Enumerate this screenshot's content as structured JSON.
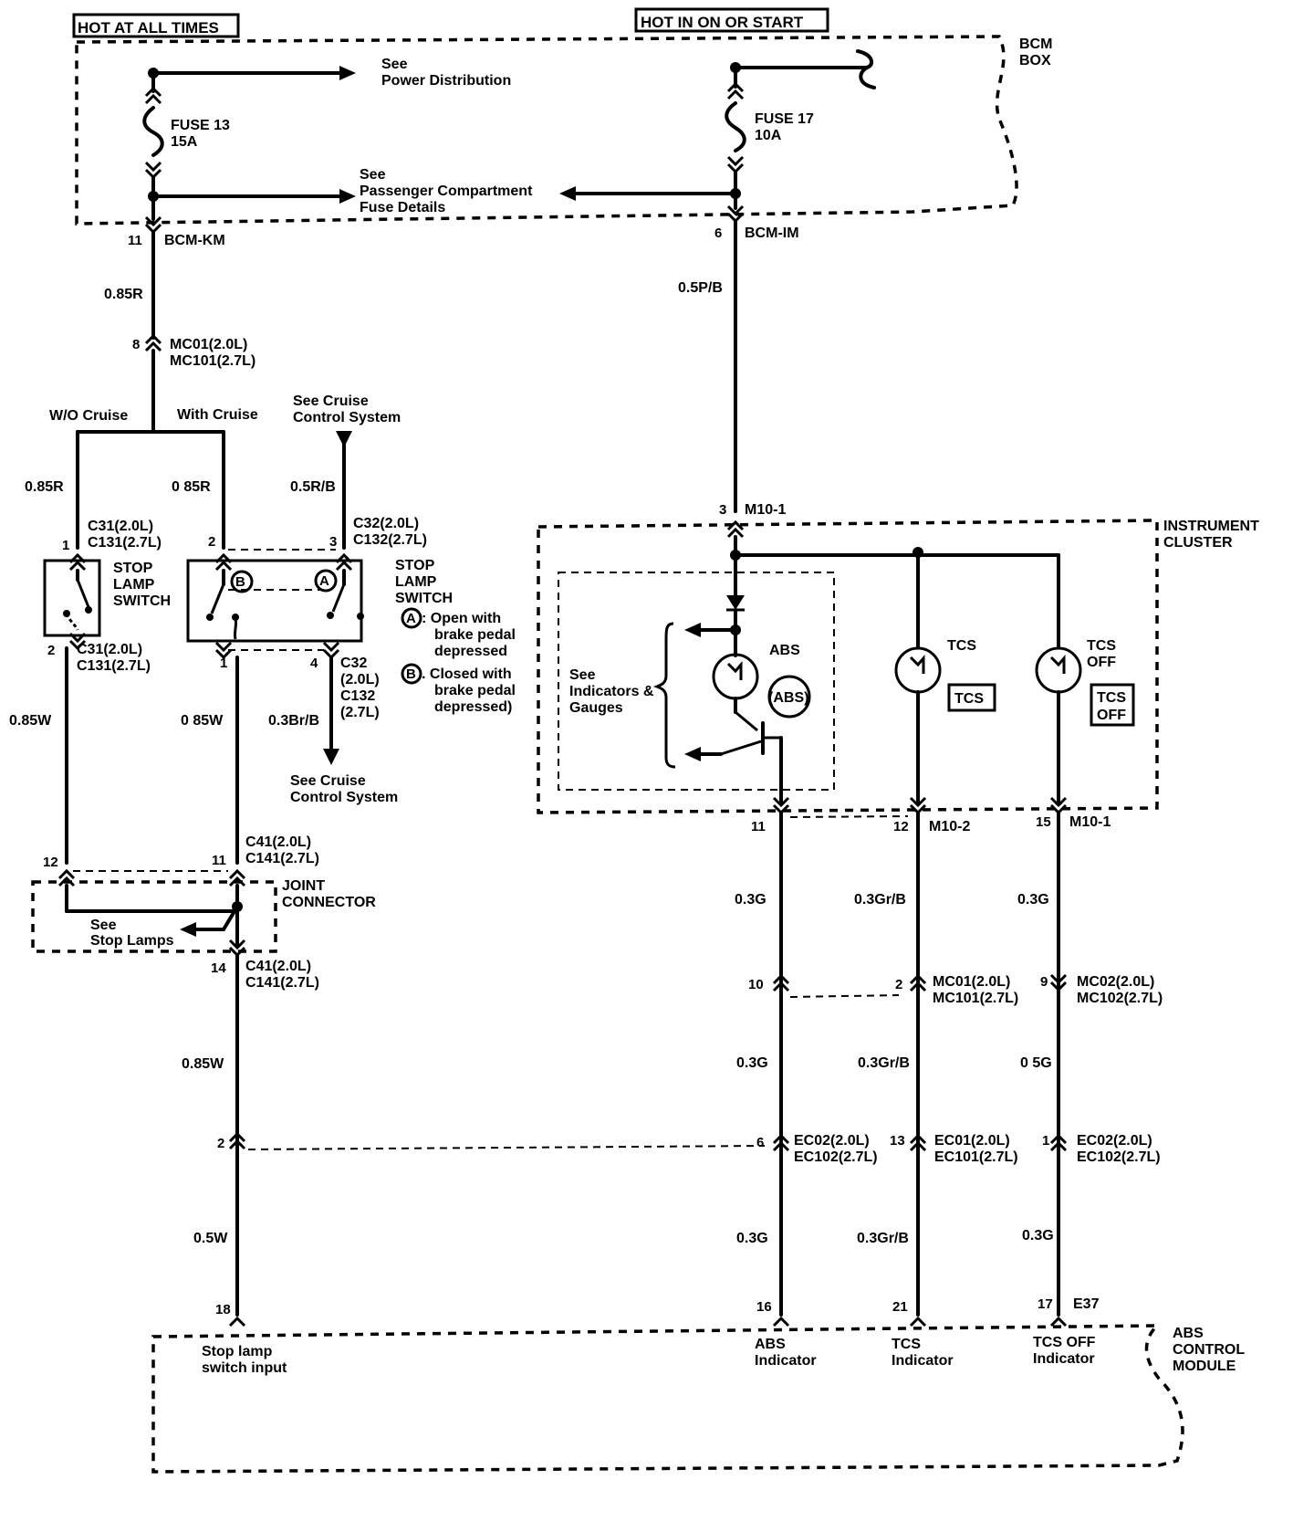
{
  "title_left": "HOT AT ALL TIMES",
  "title_right": "HOT IN ON OR START",
  "bcm": {
    "box_label_1": "BCM",
    "box_label_2": "BOX",
    "see_power_1": "See",
    "see_power_2": "Power Distribution",
    "see_pass_1": "See",
    "see_pass_2": "Passenger Compartment",
    "see_pass_3": "Fuse Details",
    "fuse13_name": "FUSE 13",
    "fuse13_rating": "15A",
    "fuse17_name": "FUSE 17",
    "fuse17_rating": "10A",
    "pin_km": "11",
    "conn_km": "BCM-KM",
    "pin_im": "6",
    "conn_im": "BCM-IM"
  },
  "left_branch": {
    "wire_085r": "0.85R",
    "pin_8": "8",
    "mc01": "MC01(2.0L)",
    "mc101": "MC101(2.7L)",
    "wo_cruise": "W/O Cruise",
    "with_cruise": "With Cruise",
    "see_cruise_1": "See Cruise",
    "see_cruise_2": "Control System",
    "wire_085r_a": "0.85R",
    "wire_085r_b": "0 85R",
    "wire_05rb": "0.5R/B",
    "c31_top_1": "C31(2.0L)",
    "c31_top_2": "C131(2.7L)",
    "c32_top_1": "C32(2.0L)",
    "c32_top_2": "C132(2.7L)",
    "pin_1": "1",
    "pin_2": "2",
    "pin_3": "3",
    "stop_1a": "STOP",
    "stop_1b": "LAMP",
    "stop_1c": "SWITCH",
    "stop_2a": "STOP",
    "stop_2b": "LAMP",
    "stop_2c": "SWITCH",
    "label_a": "A",
    "label_b": "B",
    "note_a_1": ": Open with",
    "note_a_2": "brake pedal",
    "note_a_3": "depressed",
    "note_b_1": ". Closed with",
    "note_b_2": "brake pedal",
    "note_b_3": "depressed)",
    "pin_2b": "2",
    "c31_bot_1": "C31(2.0L)",
    "c31_bot_2": "C131(2.7L)",
    "pin_1b": "1",
    "pin_4": "4",
    "c32_bot_1": "C32",
    "c32_bot_2": "(2.0L)",
    "c32_bot_3": "C132",
    "c32_bot_4": "(2.7L)",
    "wire_085w_a": "0.85W",
    "wire_085w_b": "0 85W",
    "wire_03brb": "0.3Br/B",
    "see_cruise2_1": "See Cruise",
    "see_cruise2_2": "Control System",
    "c41_top_1": "C41(2.0L)",
    "c41_top_2": "C141(2.7L)",
    "pin_12": "12",
    "pin_11": "11",
    "joint_1": "JOINT",
    "joint_2": "CONNECTOR",
    "see_stop_1": "See",
    "see_stop_2": "Stop Lamps",
    "pin_14": "14",
    "c41_bot_1": "C41(2.0L)",
    "c41_bot_2": "C141(2.7L)",
    "wire_085w_c": "0.85W",
    "pin_2c": "2",
    "wire_05w": "0.5W",
    "pin_18": "18",
    "stop_input_1": "Stop lamp",
    "stop_input_2": "switch input"
  },
  "right_branch": {
    "wire_05pb": "0.5P/B",
    "pin_3": "3",
    "m10_1_top": "M10-1",
    "cluster_1": "INSTRUMENT",
    "cluster_2": "CLUSTER",
    "see_ind_1": "See",
    "see_ind_2": "Indicators &",
    "see_ind_3": "Gauges",
    "abs_label": "ABS",
    "abs_symbol": "(ABS)",
    "tcs_label": "TCS",
    "tcs_symbol": "TCS",
    "tcsoff_label_1": "TCS",
    "tcsoff_label_2": "OFF",
    "tcsoff_symbol_1": "TCS",
    "tcsoff_symbol_2": "OFF",
    "pin_11": "11",
    "pin_12": "12",
    "m10_2": "M10-2",
    "pin_15": "15",
    "m10_1_bot": "M10-1",
    "wire_03g_a": "0.3G",
    "wire_03grb_a": "0.3Gr/B",
    "wire_03g_b": "0.3G",
    "pin_10": "10",
    "pin_2": "2",
    "mc01_1": "MC01(2.0L)",
    "mc01_2": "MC101(2.7L)",
    "pin_9": "9",
    "mc02_1": "MC02(2.0L)",
    "mc02_2": "MC102(2.7L)",
    "wire_03g_c": "0.3G",
    "wire_03grb_b": "0.3Gr/B",
    "wire_05g": "0 5G",
    "pin_6": "6",
    "ec02_1": "EC02(2.0L)",
    "ec02_2": "EC102(2.7L)",
    "pin_13": "13",
    "ec01_1": "EC01(2.0L)",
    "ec01_2": "EC101(2.7L)",
    "pin_1": "1",
    "ec02b_1": "EC02(2.0L)",
    "ec02b_2": "EC102(2.7L)",
    "wire_03g_d": "0.3G",
    "wire_03grb_c": "0.3Gr/B",
    "wire_03g_e": "0.3G",
    "pin_16": "16",
    "pin_21": "21",
    "pin_17": "17",
    "e37": "E37",
    "abs_ind_1": "ABS",
    "abs_ind_2": "Indicator",
    "tcs_ind_1": "TCS",
    "tcs_ind_2": "Indicator",
    "tcsoff_ind_1": "TCS OFF",
    "tcsoff_ind_2": "Indicator",
    "module_1": "ABS",
    "module_2": "CONTROL",
    "module_3": "MODULE"
  }
}
